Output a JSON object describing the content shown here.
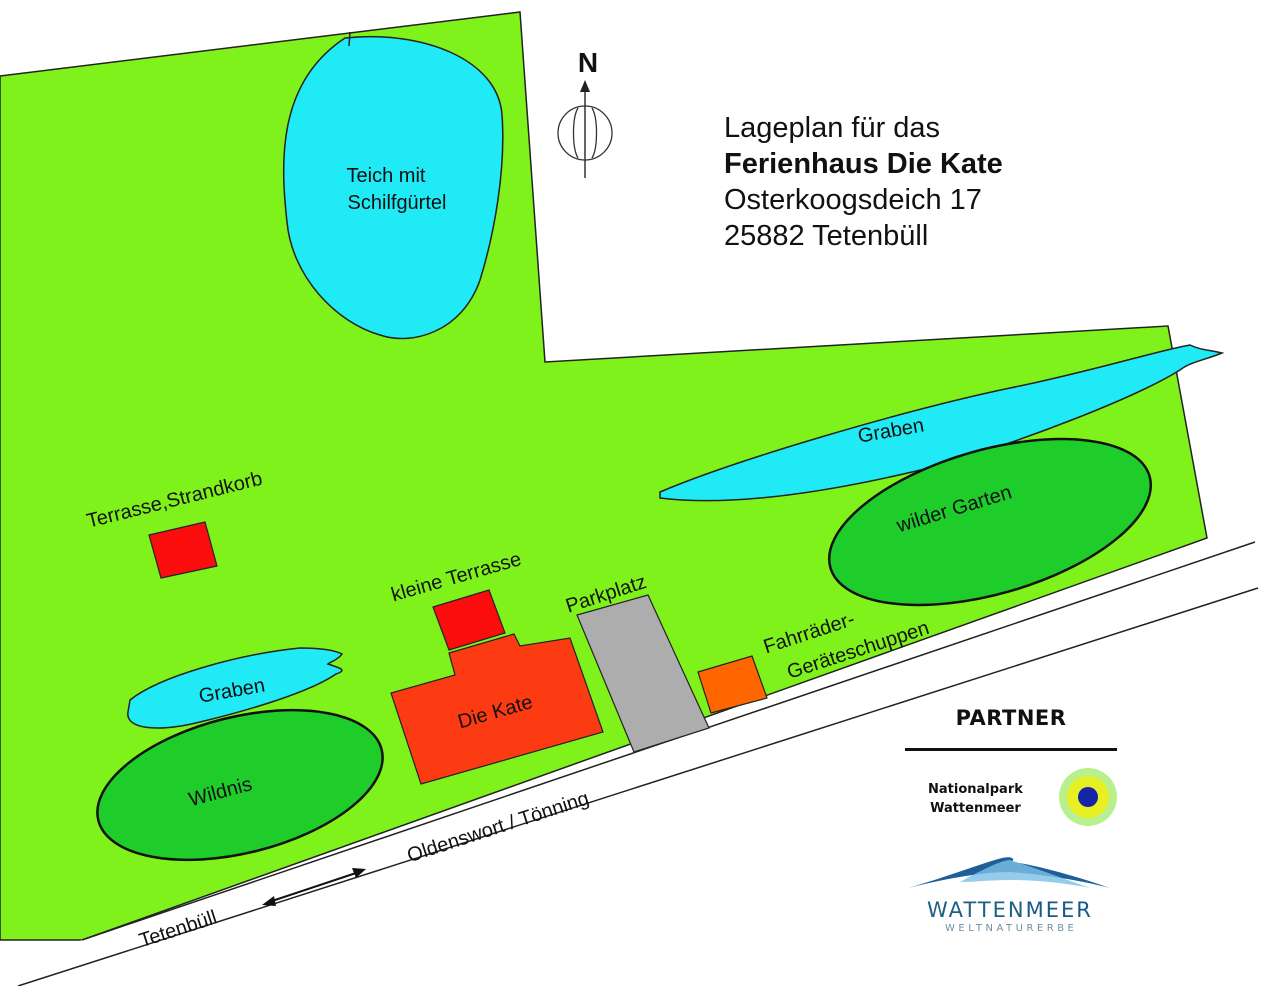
{
  "header": {
    "line1": "Lageplan für das",
    "line2": "Ferienhaus Die Kate",
    "line3": "Osterkoogsdeich 17",
    "line4": "25882 Tetenbüll"
  },
  "compass": {
    "label": "N"
  },
  "features": {
    "pond": "Teich mit",
    "pond_line2": "Schilfgürtel",
    "ditch_east": "Graben",
    "wild_garden": "wilder Garten",
    "terrace_beach_chair": "Terrasse,Strandkorb",
    "small_terrace": "kleine Terrasse",
    "parking": "Parkplatz",
    "shed_line1": "Fahrräder-",
    "shed_line2": "Geräteschuppen",
    "ditch_west": "Graben",
    "house": "Die Kate",
    "wilderness": "Wildnis"
  },
  "road": {
    "direction_east": "Oldenswort / Tönning",
    "direction_west": "Tetenbüll"
  },
  "partner": {
    "heading": "PARTNER",
    "np_line1": "Nationalpark",
    "np_line2": "Wattenmeer",
    "wm_logo_a": "WATTEN",
    "wm_logo_b": "MEER",
    "wm_sub": "WELTNATURERBE"
  },
  "colors": {
    "lawn": "#80f21b",
    "water": "#20eaf5",
    "garden": "#1ecc2a",
    "building_red": "#fb0d0d",
    "house": "#fc3b12",
    "shed": "#ff6600",
    "parking": "#adadad"
  }
}
